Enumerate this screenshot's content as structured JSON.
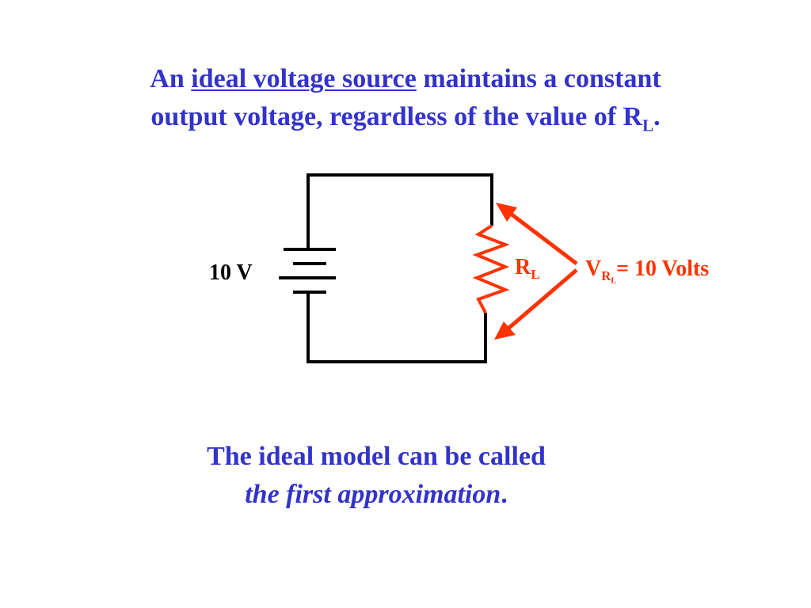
{
  "heading": {
    "line1_prefix": "An",
    "line1_link": "ideal voltage source",
    "line1_suffix": "maintains a constant",
    "line2_main": "output voltage, regardless of the value of R",
    "line2_sub": "L",
    "line2_end": "."
  },
  "circuit": {
    "source_label": "10 V",
    "resistor_label_main": "R",
    "resistor_label_sub": "L",
    "voltage_label_v": "V",
    "voltage_label_sub_r": "R",
    "voltage_label_sub_l": "L",
    "voltage_label_value": "= 10 Volts"
  },
  "caption": {
    "line1": "The ideal model can be called",
    "line2_italic": "the first approximation",
    "line2_end": "."
  },
  "colors": {
    "text_blue": "#3333cc",
    "accent_red": "#ff3300",
    "wire_black": "#000000",
    "background": "#ffffff"
  }
}
